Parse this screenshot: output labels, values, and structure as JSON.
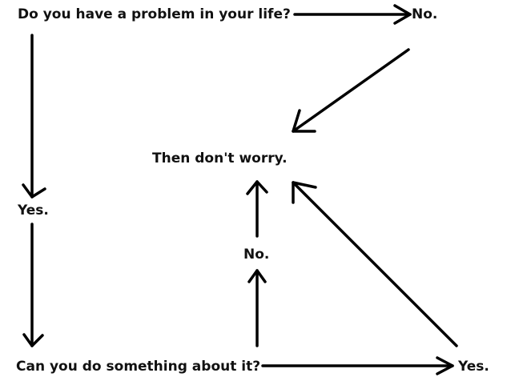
{
  "nodes": {
    "q1": "Do you have a problem in your life?",
    "no_top": "No.",
    "dont_worry": "Then don't worry.",
    "yes_left": "Yes.",
    "no_mid": "No.",
    "q2": "Can you do something about it?",
    "yes_bottom": "Yes."
  },
  "colors": {
    "ink": "#000000",
    "background": "#ffffff"
  }
}
